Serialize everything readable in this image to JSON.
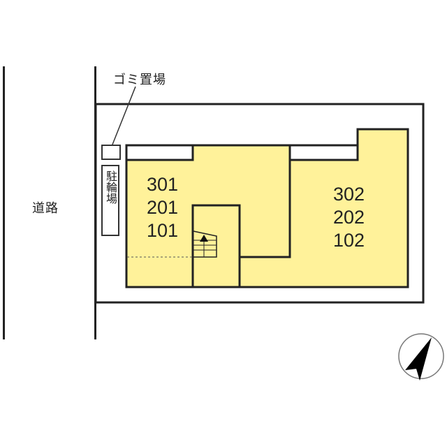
{
  "site_plan": {
    "road_label": "道路",
    "garbage_label": "ゴミ置場",
    "bicycle_parking_label": "駐輪場",
    "building_left": {
      "units": [
        "301",
        "201",
        "101"
      ]
    },
    "building_right": {
      "units": [
        "302",
        "202",
        "102"
      ]
    },
    "compass": {
      "icon": "north-arrow-icon",
      "direction": "north-east"
    },
    "colors": {
      "building_fill": "#FFF29A",
      "line": "#222222",
      "background": "#FFFFFF"
    }
  }
}
